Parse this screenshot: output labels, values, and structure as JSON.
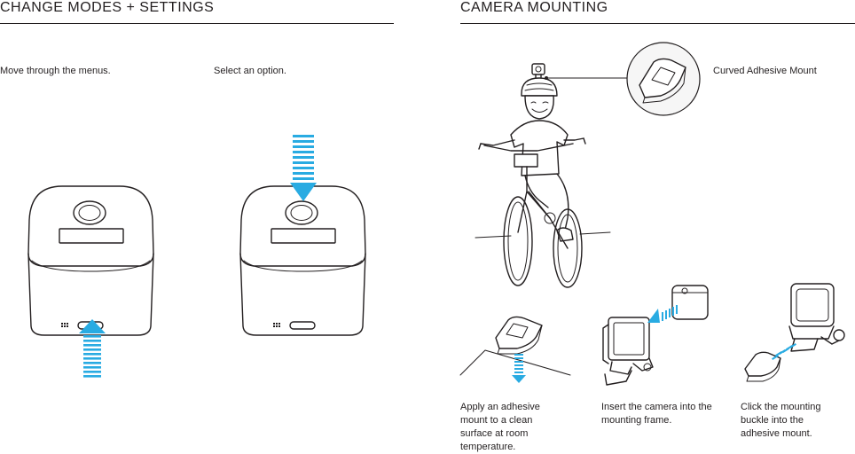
{
  "left_section": {
    "title": "CHANGE MODES + SETTINGS",
    "step_move": "Move through the menus.",
    "step_select": "Select an option."
  },
  "right_section": {
    "title": "CAMERA MOUNTING",
    "mount_label": "Curved Adhesive Mount",
    "step_apply": "Apply an adhesive mount to a clean surface at room temperature.",
    "step_insert": "Insert the camera into the mounting frame.",
    "step_click": "Click the mounting buckle into the adhesive mount."
  },
  "colors": {
    "arrow_blue": "#29abe2",
    "line_dark": "#231f20"
  },
  "icons": [
    "arrow-up-icon",
    "arrow-down-icon",
    "camera-icon",
    "adhesive-mount-icon",
    "mounting-frame-icon"
  ]
}
